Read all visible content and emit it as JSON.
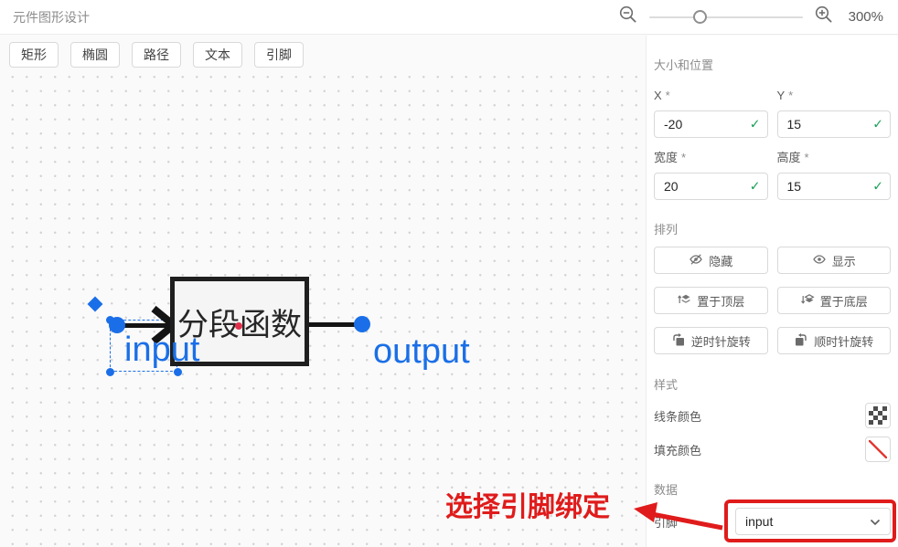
{
  "header": {
    "title": "元件图形设计",
    "zoom_level": "300%"
  },
  "toolbar": {
    "buttons": [
      {
        "label": "矩形"
      },
      {
        "label": "椭圆"
      },
      {
        "label": "路径"
      },
      {
        "label": "文本"
      },
      {
        "label": "引脚"
      }
    ]
  },
  "canvas": {
    "component_text": "分段函数",
    "input_label": "input",
    "output_label": "output"
  },
  "annotation": {
    "text": "选择引脚绑定"
  },
  "sidebar": {
    "size_position": {
      "title": "大小和位置",
      "required_mark": "*",
      "x": {
        "label": "X",
        "value": "-20"
      },
      "y": {
        "label": "Y",
        "value": "15"
      },
      "width": {
        "label": "宽度",
        "value": "20"
      },
      "height": {
        "label": "高度",
        "value": "15"
      }
    },
    "arrange": {
      "title": "排列",
      "hide": "隐藏",
      "show": "显示",
      "bring_front": "置于顶层",
      "send_back": "置于底层",
      "rotate_ccw": "逆时针旋转",
      "rotate_cw": "顺时针旋转"
    },
    "style": {
      "title": "样式",
      "line_color_label": "线条颜色",
      "fill_color_label": "填充颜色"
    },
    "data": {
      "title": "数据",
      "pin_label": "引脚",
      "pin_value": "input"
    }
  },
  "icons": {
    "check": "✓"
  },
  "colors": {
    "accent_blue": "#1a6fe8",
    "success_green": "#18a058",
    "annotation_red": "#e01b1b",
    "component_dot_red": "#e0314b"
  }
}
